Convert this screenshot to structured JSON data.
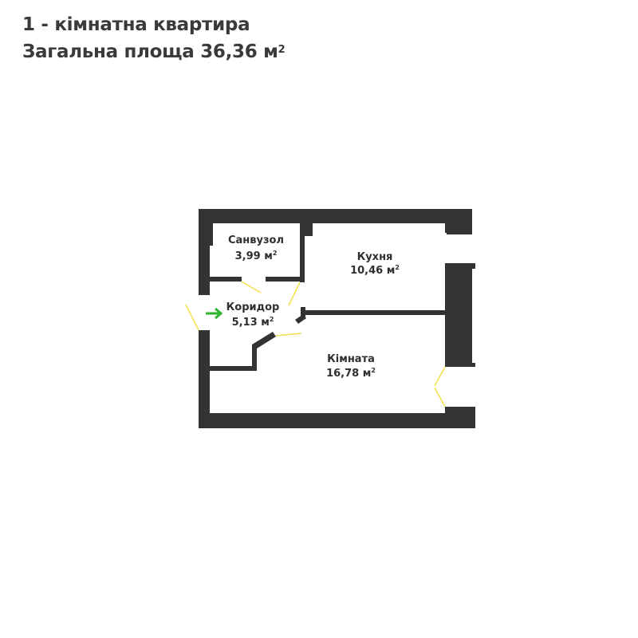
{
  "header": {
    "line1": "1 - кімнатна квартира",
    "line2_text": "Загальна площа 36,36 м",
    "line2_sup": "2"
  },
  "rooms": {
    "bathroom": {
      "name": "Санвузол",
      "area": "3,99 м",
      "sup": "2"
    },
    "kitchen": {
      "name": "Кухня",
      "area": "10,46 м",
      "sup": "2"
    },
    "corridor": {
      "name": "Коридор",
      "area": "5,13 м",
      "sup": "2"
    },
    "room": {
      "name": "Кімната",
      "area": "16,78 м",
      "sup": "2"
    }
  },
  "colors": {
    "wall": "#333333",
    "door": "#f2e04a",
    "entrance_arrow": "#2db52d",
    "text": "#2f2f2f"
  },
  "icons": {
    "entrance": "arrow-right-icon"
  }
}
